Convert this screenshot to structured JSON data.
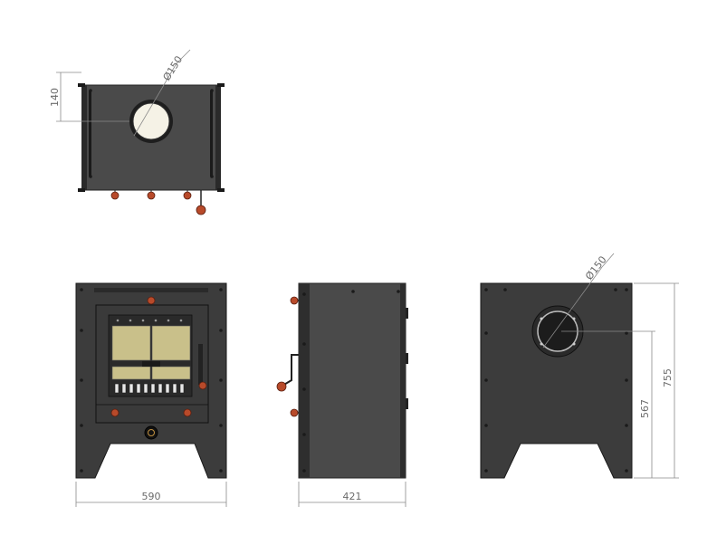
{
  "dimensions": {
    "top_flue_diameter": "Ø150",
    "top_flue_offset": "140",
    "front_width": "590",
    "side_depth": "421",
    "rear_flue_diameter": "Ø150",
    "rear_flue_height": "567",
    "overall_height": "755"
  },
  "colors": {
    "body": "#4a4a4a",
    "knob": "#b84a2a",
    "glass": "#c9c08a"
  }
}
